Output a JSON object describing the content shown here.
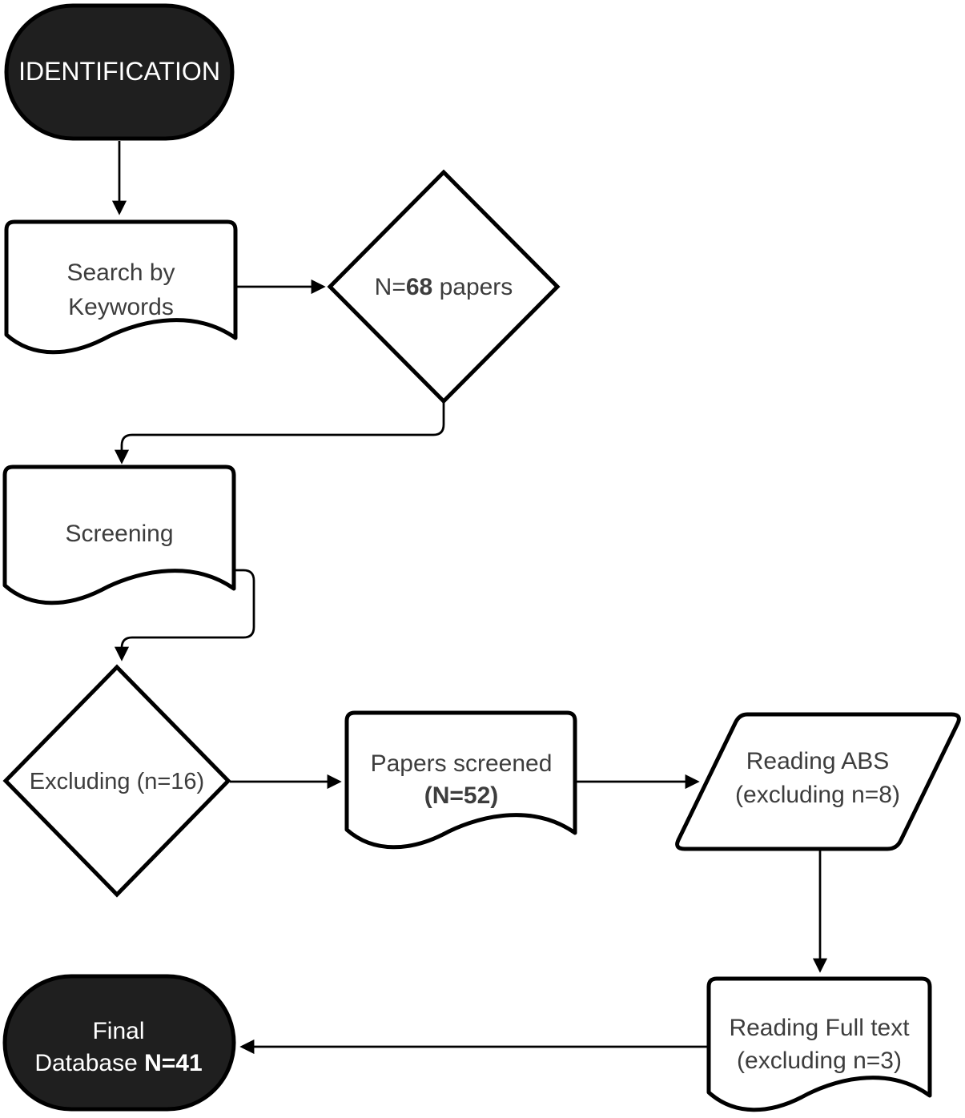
{
  "diagram": {
    "type": "flowchart",
    "colors": {
      "terminator_fill": "#1f1f1f",
      "process_fill": "#ffffff",
      "stroke": "#000000",
      "text_dark": "#3d3d3d",
      "text_light": "#ffffff"
    },
    "nodes": {
      "identification": {
        "shape": "terminator",
        "label": "IDENTIFICATION"
      },
      "search": {
        "shape": "document",
        "line1": "Search by",
        "line2": "Keywords"
      },
      "n68_diamond": {
        "shape": "decision",
        "pre": "N=",
        "bold": "68",
        "post": " papers"
      },
      "screening": {
        "shape": "document",
        "label": "Screening"
      },
      "excluding_diamond": {
        "shape": "decision",
        "label": "Excluding (n=16)"
      },
      "papers_screened": {
        "shape": "document",
        "line1": "Papers screened",
        "line2_bold": "(N=52)"
      },
      "reading_abs": {
        "shape": "parallelogram",
        "line1": "Reading ABS",
        "line2": "(excluding n=8)"
      },
      "reading_full_text": {
        "shape": "document",
        "line1": "Reading Full text",
        "line2": "(excluding n=3)"
      },
      "final_database": {
        "shape": "terminator",
        "line1": "Final",
        "line2_pre": "Database ",
        "line2_bold": "N=41"
      }
    },
    "edges": [
      {
        "from": "identification",
        "to": "search"
      },
      {
        "from": "search",
        "to": "n68_diamond"
      },
      {
        "from": "n68_diamond",
        "to": "screening"
      },
      {
        "from": "screening",
        "to": "excluding_diamond"
      },
      {
        "from": "excluding_diamond",
        "to": "papers_screened"
      },
      {
        "from": "papers_screened",
        "to": "reading_abs"
      },
      {
        "from": "reading_abs",
        "to": "reading_full_text"
      },
      {
        "from": "reading_full_text",
        "to": "final_database"
      }
    ]
  }
}
